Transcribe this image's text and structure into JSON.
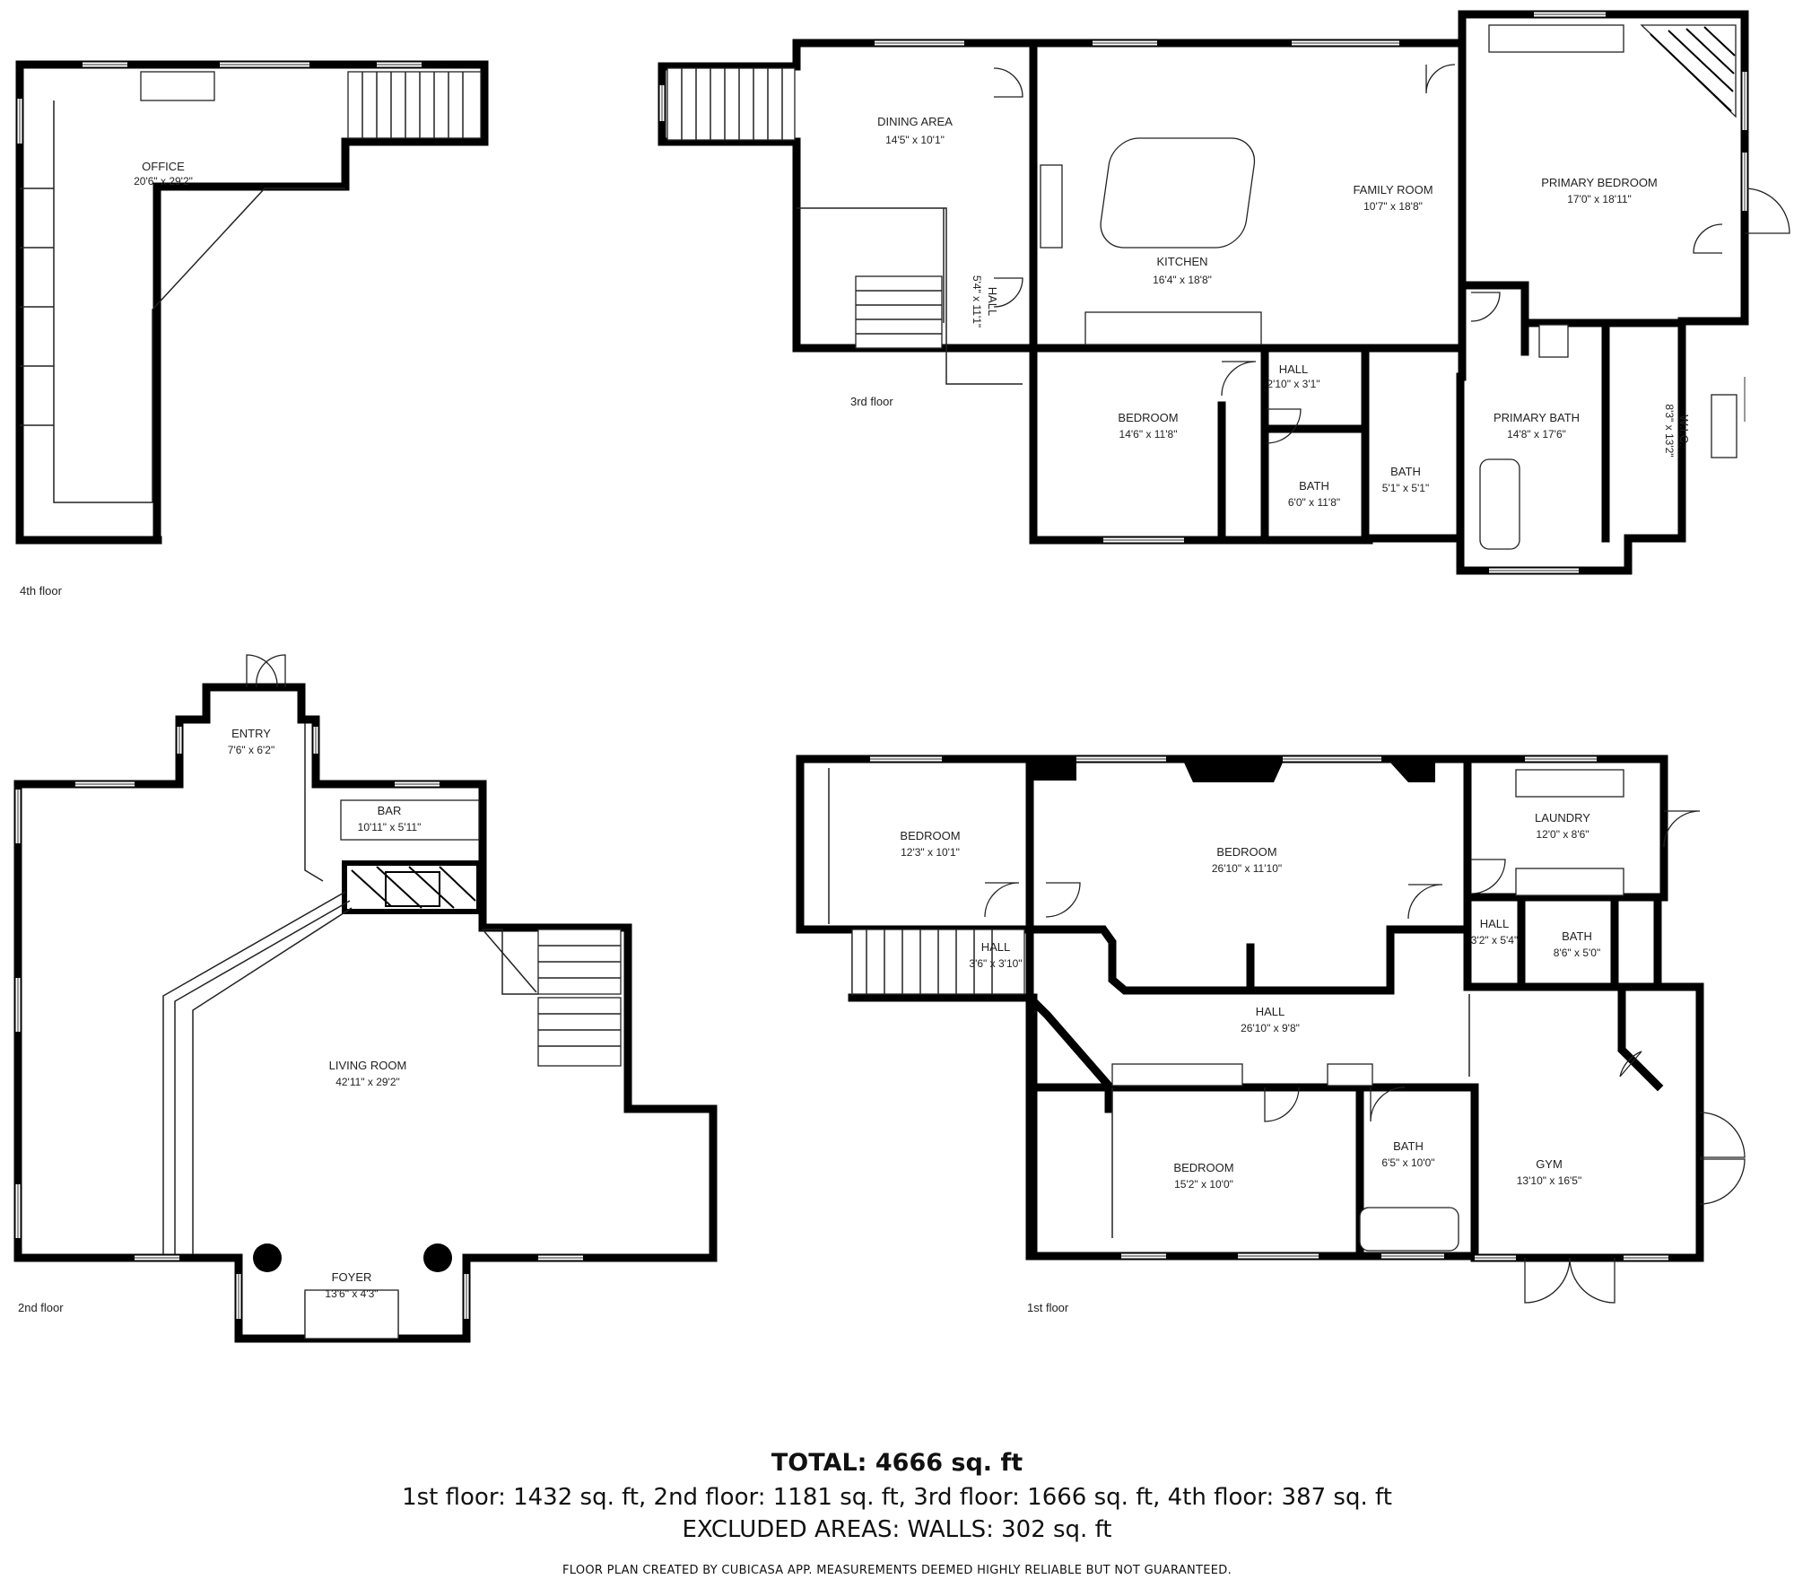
{
  "floors": {
    "fourth": "4th floor",
    "third": "3rd floor",
    "second": "2nd floor",
    "first": "1st floor"
  },
  "rooms": {
    "office": {
      "name": "OFFICE",
      "dim": "20'6\" x 29'2\""
    },
    "dining": {
      "name": "DINING AREA",
      "dim": "14'5\" x 10'1\""
    },
    "kitchen": {
      "name": "KITCHEN",
      "dim": "16'4\" x 18'8\""
    },
    "family": {
      "name": "FAMILY ROOM",
      "dim": "10'7\" x 18'8\""
    },
    "primary_bed": {
      "name": "PRIMARY BEDROOM",
      "dim": "17'0\" x 18'11\""
    },
    "hall3": {
      "name": "HALL",
      "dim": "5'4\" x 11'1\""
    },
    "hall3b": {
      "name": "HALL",
      "dim": "2'10\" x 3'1\""
    },
    "bed3": {
      "name": "BEDROOM",
      "dim": "14'6\" x 11'8\""
    },
    "bath3a": {
      "name": "BATH",
      "dim": "6'0\" x 11'8\""
    },
    "bath3b": {
      "name": "BATH",
      "dim": "5'1\" x 5'1\""
    },
    "primary_bath": {
      "name": "PRIMARY BATH",
      "dim": "14'8\" x 17'6\""
    },
    "wic": {
      "name": "W.I.C.",
      "dim": "8'3\" x 13'2\""
    },
    "entry": {
      "name": "ENTRY",
      "dim": "7'6\" x 6'2\""
    },
    "bar": {
      "name": "BAR",
      "dim": "10'11\" x 5'11\""
    },
    "living": {
      "name": "LIVING ROOM",
      "dim": "42'11\" x 29'2\""
    },
    "foyer": {
      "name": "FOYER",
      "dim": "13'6\" x 4'3\""
    },
    "bed1a": {
      "name": "BEDROOM",
      "dim": "12'3\" x 10'1\""
    },
    "bed1b": {
      "name": "BEDROOM",
      "dim": "26'10\" x 11'10\""
    },
    "laundry": {
      "name": "LAUNDRY",
      "dim": "12'0\" x 8'6\""
    },
    "hall1a": {
      "name": "HALL",
      "dim": "3'6\" x 3'10\""
    },
    "hall1b": {
      "name": "HALL",
      "dim": "26'10\" x 9'8\""
    },
    "hall1c": {
      "name": "HALL",
      "dim": "3'2\" x 5'4\""
    },
    "bath1a": {
      "name": "BATH",
      "dim": "8'6\" x 5'0\""
    },
    "bed1c": {
      "name": "BEDROOM",
      "dim": "15'2\" x 10'0\""
    },
    "bath1b": {
      "name": "BATH",
      "dim": "6'5\" x 10'0\""
    },
    "gym": {
      "name": "GYM",
      "dim": "13'10\" x 16'5\""
    }
  },
  "summary": {
    "total": "TOTAL: 4666 sq. ft",
    "breakdown": "1st floor: 1432 sq. ft, 2nd floor: 1181 sq. ft, 3rd floor: 1666 sq. ft, 4th floor: 387 sq. ft",
    "excluded": "EXCLUDED AREAS: WALLS: 302 sq. ft",
    "credit": "FLOOR PLAN CREATED BY CUBICASA APP. MEASUREMENTS DEEMED HIGHLY RELIABLE BUT NOT GUARANTEED."
  }
}
